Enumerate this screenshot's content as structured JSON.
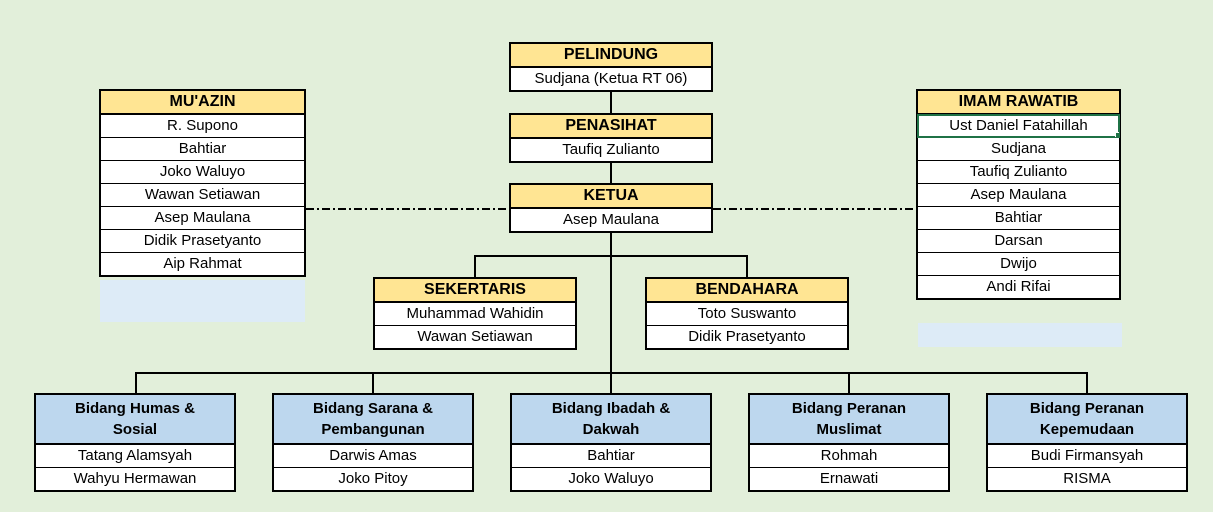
{
  "colors": {
    "background": "#E2EFDA",
    "header_yellow": "#FFE593",
    "header_blue": "#BDD7EE",
    "empty_cell_blue": "#DDEBF7",
    "active_cell_green": "#1F7246",
    "line": "#000000"
  },
  "boxes": {
    "pelindung": {
      "title": "PELINDUNG",
      "members": [
        "Sudjana (Ketua RT 06)"
      ]
    },
    "penasihat": {
      "title": "PENASIHAT",
      "members": [
        "Taufiq Zulianto"
      ]
    },
    "ketua": {
      "title": "KETUA",
      "members": [
        "Asep Maulana"
      ]
    },
    "muazin": {
      "title": "MU'AZIN",
      "members": [
        "R. Supono",
        "Bahtiar",
        "Joko Waluyo",
        "Wawan Setiawan",
        "Asep Maulana",
        "Didik Prasetyanto",
        "Aip Rahmat"
      ]
    },
    "imam_rawatib": {
      "title": "IMAM RAWATIB",
      "members": [
        "Ust Daniel Fatahillah",
        "Sudjana",
        "Taufiq Zulianto",
        "Asep Maulana",
        "Bahtiar",
        "Darsan",
        "Dwijo",
        "Andi Rifai"
      ],
      "active_cell": "Ust Daniel Fatahillah"
    },
    "sekertaris": {
      "title": "SEKERTARIS",
      "members": [
        "Muhammad Wahidin",
        "Wawan Setiawan"
      ]
    },
    "bendahara": {
      "title": "BENDAHARA",
      "members": [
        "Toto Suswanto",
        "Didik Prasetyanto"
      ]
    },
    "bidang_humas_sosial": {
      "title": "Bidang Humas & Sosial",
      "members": [
        "Tatang Alamsyah",
        "Wahyu Hermawan"
      ]
    },
    "bidang_sarana_pembangunan": {
      "title": "Bidang Sarana & Pembangunan",
      "members": [
        "Darwis Amas",
        "Joko Pitoy"
      ]
    },
    "bidang_ibadah_dakwah": {
      "title": "Bidang Ibadah & Dakwah",
      "members": [
        "Bahtiar",
        "Joko Waluyo"
      ]
    },
    "bidang_peranan_muslimat": {
      "title": "Bidang Peranan Muslimat",
      "members": [
        "Rohmah",
        "Ernawati"
      ]
    },
    "bidang_peranan_kepemudaan": {
      "title": "Bidang Peranan Kepemudaan",
      "members": [
        "Budi Firmansyah",
        "RISMA"
      ]
    }
  }
}
